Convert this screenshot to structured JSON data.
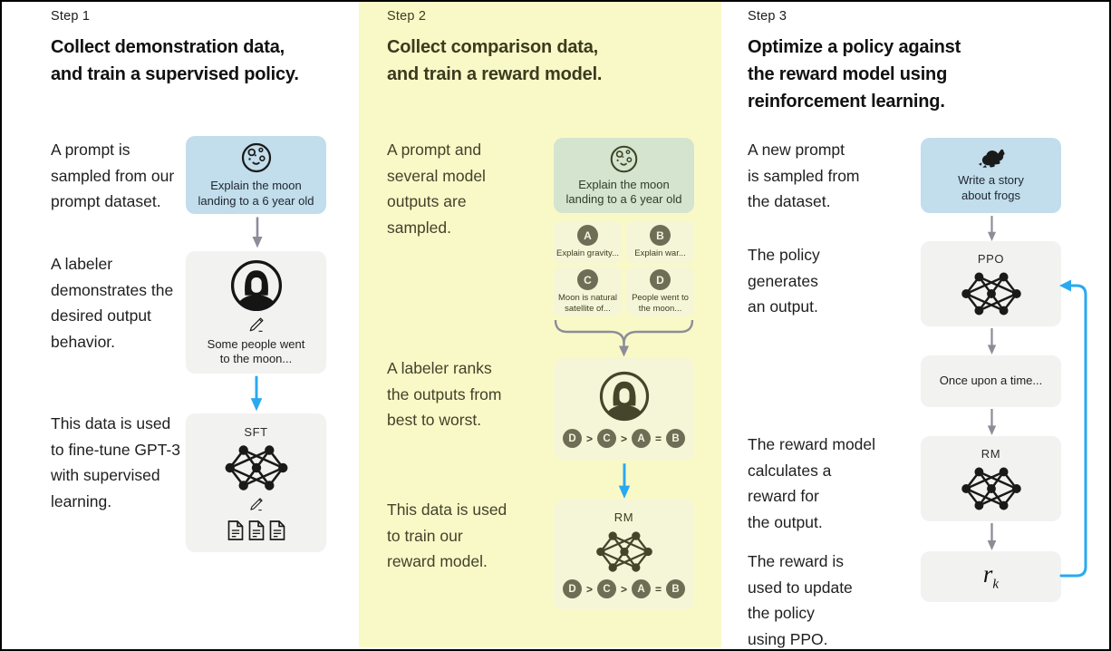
{
  "diagram_title": "RLHF three-step training diagram",
  "colors": {
    "accent_blue": "#2aa9f0",
    "arrow_gray": "#8d8d99",
    "panel_yellow": "#f9f9c8",
    "card_blue": "#c2ddeb",
    "card_green": "#d5e4cf",
    "card_gray": "#f2f2f0",
    "card_yellow": "#f5f5d8",
    "olive_text": "#3b3b1e",
    "badge_olive": "#6e6e57"
  },
  "icons": {
    "moon": "moon-icon",
    "labeler": "labeler-avatar-icon",
    "pencil": "pencil-icon",
    "network": "neural-network-icon",
    "documents": "documents-icon",
    "frog": "frog-icon",
    "arrow": "arrow-down-icon",
    "brace": "merge-brace-icon",
    "loop": "feedback-loop-arrow"
  },
  "step1": {
    "label": "Step 1",
    "title": "Collect demonstration data,\nand train a supervised policy.",
    "paragraphs": [
      "A prompt is\nsampled from our\nprompt dataset.",
      "A labeler\ndemonstrates the\ndesired output\nbehavior.",
      "This data is used\nto fine-tune GPT-3\nwith supervised\nlearning."
    ],
    "prompt_card": {
      "text": "Explain the moon\nlanding to a 6 year old"
    },
    "labeler_card": {
      "text": "Some people went\nto the moon..."
    },
    "sft_card": {
      "title": "SFT"
    }
  },
  "step2": {
    "label": "Step 2",
    "title": "Collect comparison data,\nand train a reward model.",
    "paragraphs": [
      "A prompt and\nseveral model\noutputs are\nsampled.",
      "A labeler ranks\nthe outputs from\nbest to worst.",
      "This data is used\nto train our\nreward model."
    ],
    "prompt_card": {
      "text": "Explain the moon\nlanding to a 6 year old"
    },
    "outputs": [
      {
        "id": "A",
        "text": "Explain gravity..."
      },
      {
        "id": "B",
        "text": "Explain war..."
      },
      {
        "id": "C",
        "text": "Moon is natural\nsatellite of..."
      },
      {
        "id": "D",
        "text": "People went to\nthe moon..."
      }
    ],
    "ranking": [
      "D",
      ">",
      "C",
      ">",
      "A",
      "=",
      "B"
    ],
    "rm_card": {
      "title": "RM"
    }
  },
  "step3": {
    "label": "Step 3",
    "title": "Optimize a policy against\nthe reward model using\nreinforcement learning.",
    "paragraphs": [
      "A new prompt\nis sampled from\nthe dataset.",
      "The policy\ngenerates\nan output.",
      "The reward model\ncalculates a\nreward for\nthe output.",
      "The reward is\nused to update\nthe policy\nusing PPO."
    ],
    "prompt_card": {
      "text": "Write a story\nabout frogs"
    },
    "ppo_card": {
      "title": "PPO"
    },
    "output_card": {
      "text": "Once upon a time..."
    },
    "rm_card": {
      "title": "RM"
    },
    "reward_card": {
      "symbol": "r",
      "subscript": "k"
    }
  }
}
